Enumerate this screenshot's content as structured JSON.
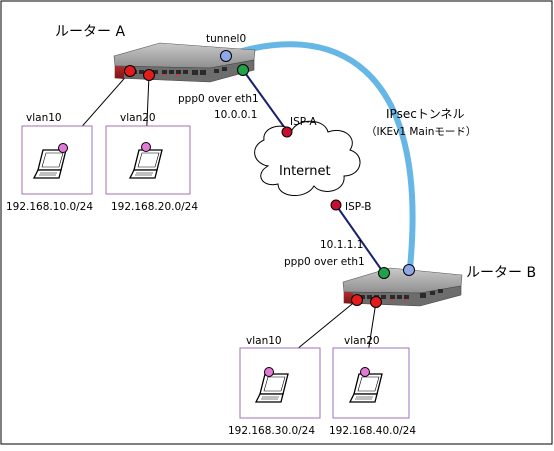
{
  "router_a": {
    "label": "ルーター A"
  },
  "router_b": {
    "label": "ルーター B"
  },
  "tunnel": {
    "label": "tunnel0"
  },
  "ipsec": {
    "line1": "IPsecトンネル",
    "line2": "（IKEv1 Mainモード）"
  },
  "router_a_wan": {
    "iface": "ppp0 over eth1",
    "ip": "10.0.0.1"
  },
  "router_b_wan": {
    "iface": "ppp0 over eth1",
    "ip": "10.1.1.1"
  },
  "internet": {
    "label": "Internet"
  },
  "isp_a": {
    "label": "ISP-A"
  },
  "isp_b": {
    "label": "ISP-B"
  },
  "lan_a": [
    {
      "vlan": "vlan10",
      "subnet": "192.168.10.0/24"
    },
    {
      "vlan": "vlan20",
      "subnet": "192.168.20.0/24"
    }
  ],
  "lan_b": [
    {
      "vlan": "vlan10",
      "subnet": "192.168.30.0/24"
    },
    {
      "vlan": "vlan20",
      "subnet": "192.168.40.0/24"
    }
  ],
  "colors": {
    "border": "#000000",
    "lan_box": "#a070b8",
    "tunnel": "#66b7e6",
    "wan_link": "#1a1f6e",
    "node_red": "#e21c1c",
    "node_green": "#22a04a",
    "node_blue": "#8fa8e8",
    "node_pink": "#e07ad6",
    "isp_red": "#c8102e"
  }
}
